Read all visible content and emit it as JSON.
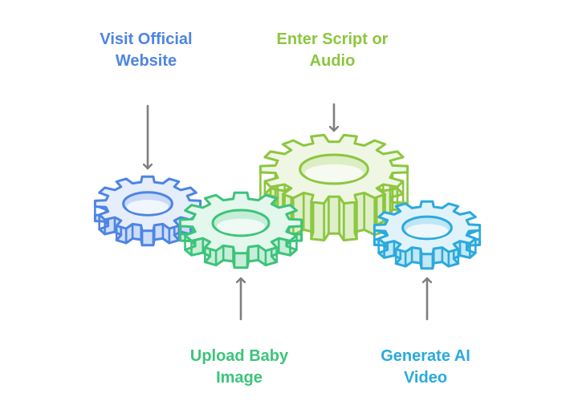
{
  "colors": {
    "blue": "#4e84e4",
    "green": "#3cc47a",
    "lime": "#8cc63f",
    "cyan": "#2aaade",
    "arrow": "#7f7f7f"
  },
  "steps": [
    {
      "lines": [
        "Visit Official",
        "Website"
      ],
      "color": "#4e84e4",
      "arrow": "down",
      "gear": "gear-blue-icon"
    },
    {
      "lines": [
        "Enter Script or",
        "Audio"
      ],
      "color": "#8cc63f",
      "arrow": "down",
      "gear": "gear-lime-icon"
    },
    {
      "lines": [
        "Upload Baby",
        "Image"
      ],
      "color": "#3cc47a",
      "arrow": "up",
      "gear": "gear-green-icon"
    },
    {
      "lines": [
        "Generate AI",
        "Video"
      ],
      "color": "#2aaade",
      "arrow": "up",
      "gear": "gear-cyan-icon"
    }
  ]
}
